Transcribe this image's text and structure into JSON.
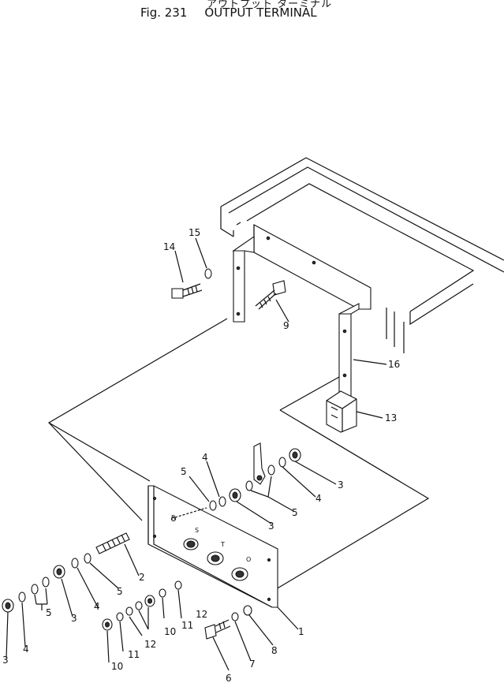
{
  "title": {
    "japanese": "アウトプット ターミナル",
    "figure": "Fig. 231",
    "name": "OUTPUT TERMINAL"
  },
  "callouts": {
    "c1": "1",
    "c2": "2",
    "c3a": "3",
    "c3b": "3",
    "c3c": "3",
    "c3d": "3",
    "c4a": "4",
    "c4b": "4",
    "c4c": "4",
    "c4d": "4",
    "c5a": "5",
    "c5b": "5",
    "c5c": "5",
    "c5d": "5",
    "c6": "6",
    "c7": "7",
    "c8": "8",
    "c9": "9",
    "c10a": "10",
    "c10b": "10",
    "c11a": "11",
    "c11b": "11",
    "c12a": "12",
    "c12b": "12",
    "c13": "13",
    "c14": "14",
    "c15": "15",
    "c16": "16"
  },
  "terminal_marks": {
    "r": "R",
    "s": "S",
    "t": "T",
    "o": "O"
  }
}
